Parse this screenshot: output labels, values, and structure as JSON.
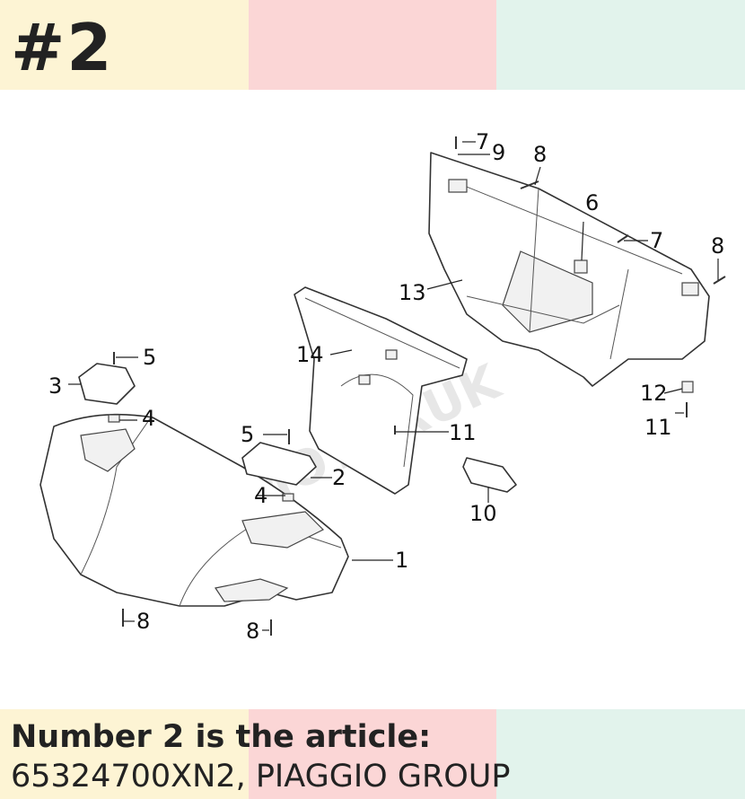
{
  "header": {
    "badge": "#2"
  },
  "colors": {
    "band_yellow": "#fdf4d4",
    "band_pink": "#fbd6d6",
    "band_mint": "#e2f3ec"
  },
  "diagram": {
    "callouts": [
      "1",
      "2",
      "3",
      "4",
      "4",
      "5",
      "5",
      "6",
      "7",
      "7",
      "8",
      "8",
      "8",
      "8",
      "9",
      "10",
      "11",
      "11",
      "12",
      "13",
      "14"
    ],
    "watermark_text": "MOTORUK"
  },
  "footer": {
    "line1": "Number 2 is the article:",
    "line2": "65324700XN2, PIAGGIO GROUP"
  }
}
